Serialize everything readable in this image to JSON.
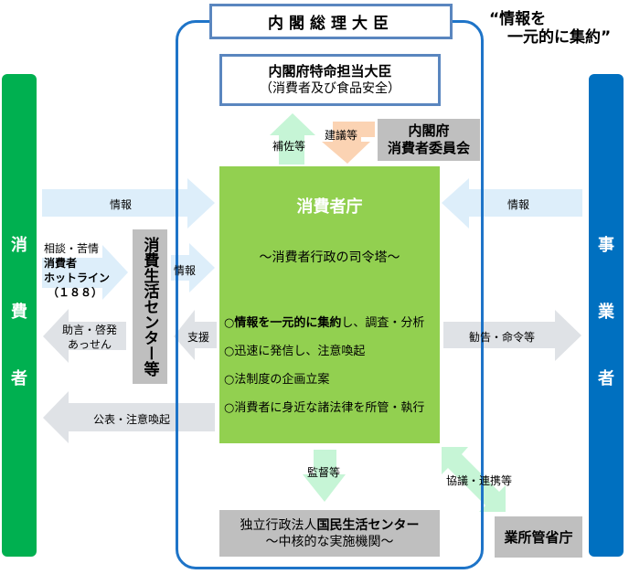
{
  "title": {
    "prime_minister": "内閣総理大臣",
    "slogan_line1": "“情報を",
    "slogan_line2": "一元的に集約”"
  },
  "minister": {
    "line1": "内閣府特命担当大臣",
    "line2": "（消費者及び食品安全）"
  },
  "committee": {
    "line1": "内閣府",
    "line2": "消費者委員会"
  },
  "arrows": {
    "support": "補佐等",
    "recommend": "建議等",
    "info_left": "情報",
    "info_right": "情報",
    "info_center": "情報",
    "consult_line1": "相談・苦情",
    "consult_line2": "消費者",
    "consult_line3": "ホットライン",
    "consult_line4": "（１８８）",
    "advice_line1": "助言・啓発",
    "advice_line2": "あっせん",
    "assist": "支援",
    "publish": "公表・注意喚起",
    "order": "勧告・命令等",
    "supervise": "監督等",
    "coordinate": "協議・連携等"
  },
  "consumers": {
    "label_chars": [
      "消",
      "費",
      "者"
    ]
  },
  "businesses": {
    "label_chars": [
      "事",
      "業",
      "者"
    ]
  },
  "agency": {
    "title": "消費者庁",
    "subtitle": "～消費者行政の司令塔～",
    "items": [
      {
        "prefix": "○",
        "bold": "情報を一元的に集約",
        "rest": "し、調査・分析"
      },
      {
        "prefix": "○",
        "bold": "",
        "rest": "迅速に発信し、注意喚起"
      },
      {
        "prefix": "○",
        "bold": "",
        "rest": "法制度の企画立案"
      },
      {
        "prefix": "○",
        "bold": "",
        "rest": "消費者に身近な諸法律を所管・執行"
      }
    ]
  },
  "local_center": {
    "label": "消費生活センター等"
  },
  "kokumin": {
    "prefix": "独立行政法人",
    "bold": "国民生活センター",
    "subtitle": "～中核的な実施機関～"
  },
  "ministries": {
    "label": "業所管省庁"
  },
  "colors": {
    "consumer_green": "#00b050",
    "business_blue": "#0070c0",
    "agency_green": "#92d050",
    "container_blue": "#1e74c8",
    "box_border": "#5a86bf",
    "gray_box": "#bfbfbf",
    "arrow_lightblue": "#ddeefa",
    "arrow_gray": "#dfe2e6",
    "arrow_mint": "#c6f5d6",
    "arrow_tan": "#fbd3b3"
  }
}
